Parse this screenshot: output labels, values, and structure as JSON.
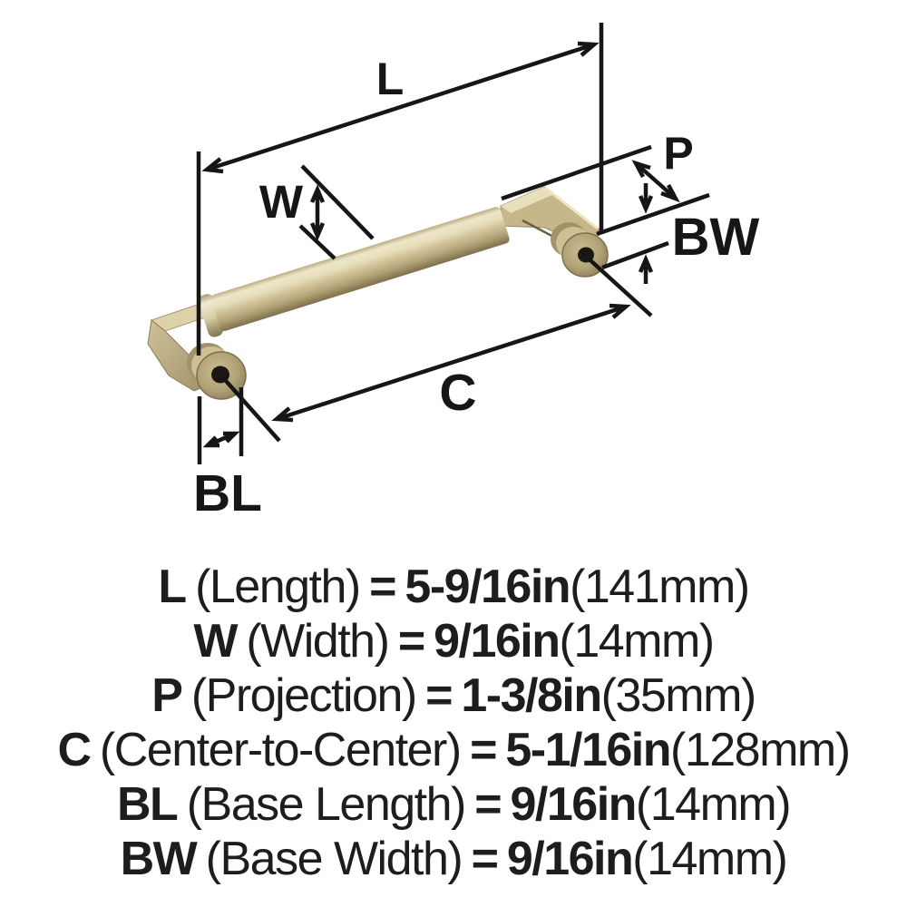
{
  "diagram": {
    "labels": {
      "length": "L",
      "width": "W",
      "projection": "P",
      "base_width": "BW",
      "center_to_center": "C",
      "base_length": "BL"
    }
  },
  "specs": {
    "rows": [
      {
        "abbr": "L",
        "name": "(Length)",
        "eq": "=",
        "value": "5-9/16in",
        "metric": "(141mm)"
      },
      {
        "abbr": "W",
        "name": "(Width)",
        "eq": "=",
        "value": "9/16in",
        "metric": "(14mm)"
      },
      {
        "abbr": "P",
        "name": "(Projection)",
        "eq": "=",
        "value": "1-3/8in",
        "metric": "(35mm)"
      },
      {
        "abbr": "C",
        "name": "(Center-to-Center)",
        "eq": "=",
        "value": "5-1/16in",
        "metric": "(128mm)"
      },
      {
        "abbr": "BL",
        "name": "(Base Length)",
        "eq": "=",
        "value": "9/16in",
        "metric": "(14mm)"
      },
      {
        "abbr": "BW",
        "name": "(Base Width)",
        "eq": "=",
        "value": "9/16in",
        "metric": "(14mm)"
      }
    ]
  },
  "colors": {
    "line": "#161616",
    "gold_highlight": "#ece5c9",
    "gold_mid": "#cfc198",
    "gold_shadow": "#8f7f58",
    "screw_hole": "#1b1712",
    "background": "#ffffff"
  }
}
